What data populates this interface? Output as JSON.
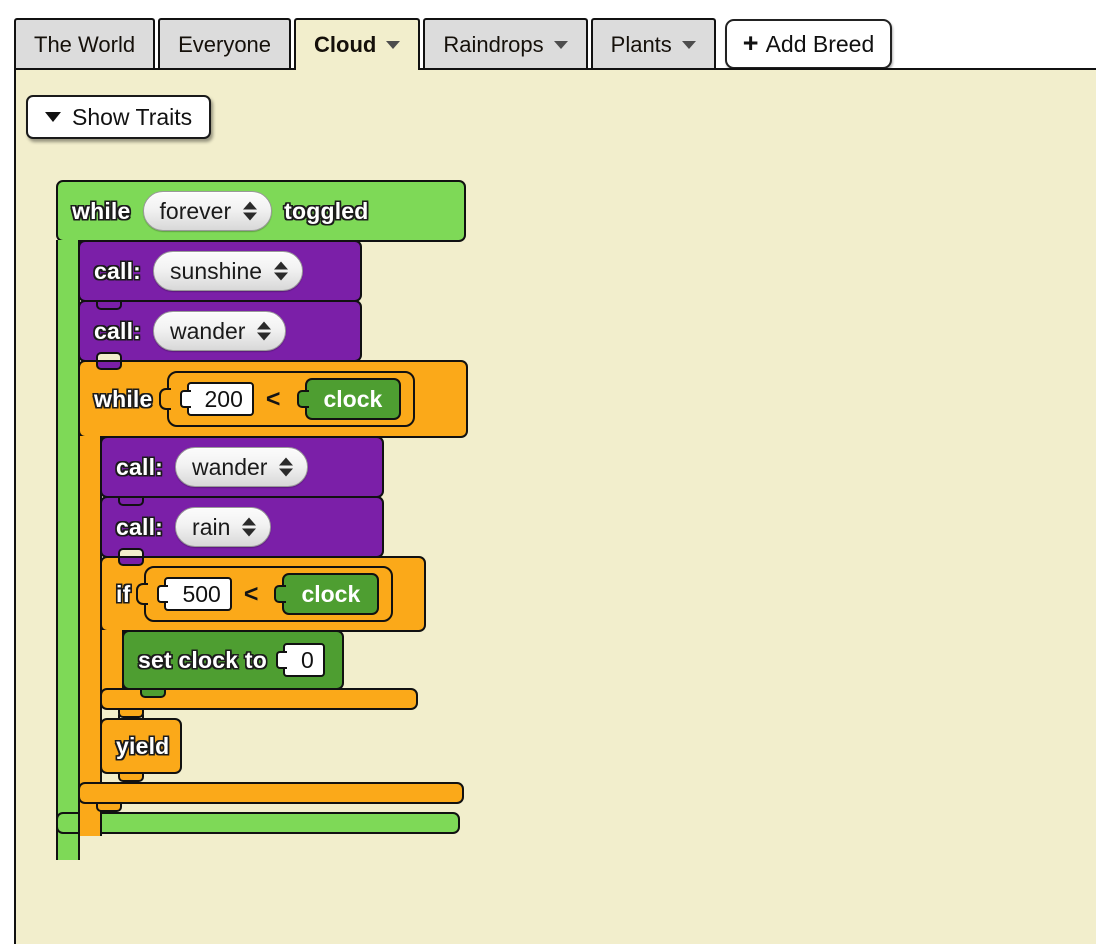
{
  "tabs": [
    {
      "label": "The World",
      "has_caret": false,
      "active": false
    },
    {
      "label": "Everyone",
      "has_caret": false,
      "active": false
    },
    {
      "label": "Cloud",
      "has_caret": true,
      "active": true
    },
    {
      "label": "Raindrops",
      "has_caret": true,
      "active": false
    },
    {
      "label": "Plants",
      "has_caret": true,
      "active": false
    }
  ],
  "add_breed": {
    "label": "Add Breed",
    "plus": "+"
  },
  "traits": {
    "label": "Show Traits"
  },
  "colors": {
    "canvas_background": "#f2eecc",
    "tab_inactive": "#dcdcdc",
    "tab_active": "#f2eecc",
    "control_green": "#7ed957",
    "procedure_purple": "#7b1fa8",
    "loop_orange": "#fba919",
    "variable_dark_green": "#4e9e31",
    "block_outline": "#111111"
  },
  "program": {
    "while_forever": {
      "keyword": "while",
      "condition_value": "forever",
      "suffix": "toggled"
    },
    "call_sunshine": {
      "keyword": "call:",
      "procedure": "sunshine"
    },
    "call_wander_outer": {
      "keyword": "call:",
      "procedure": "wander"
    },
    "while_clock_200": {
      "keyword": "while",
      "left_operand": "200",
      "operator": "<",
      "right_operand": "clock"
    },
    "call_wander_inner": {
      "keyword": "call:",
      "procedure": "wander"
    },
    "call_rain": {
      "keyword": "call:",
      "procedure": "rain"
    },
    "if_clock_500": {
      "keyword": "if",
      "left_operand": "500",
      "operator": "<",
      "right_operand": "clock"
    },
    "set_clock": {
      "prefix": "set clock to",
      "value": "0"
    },
    "yield": {
      "keyword": "yield"
    }
  }
}
